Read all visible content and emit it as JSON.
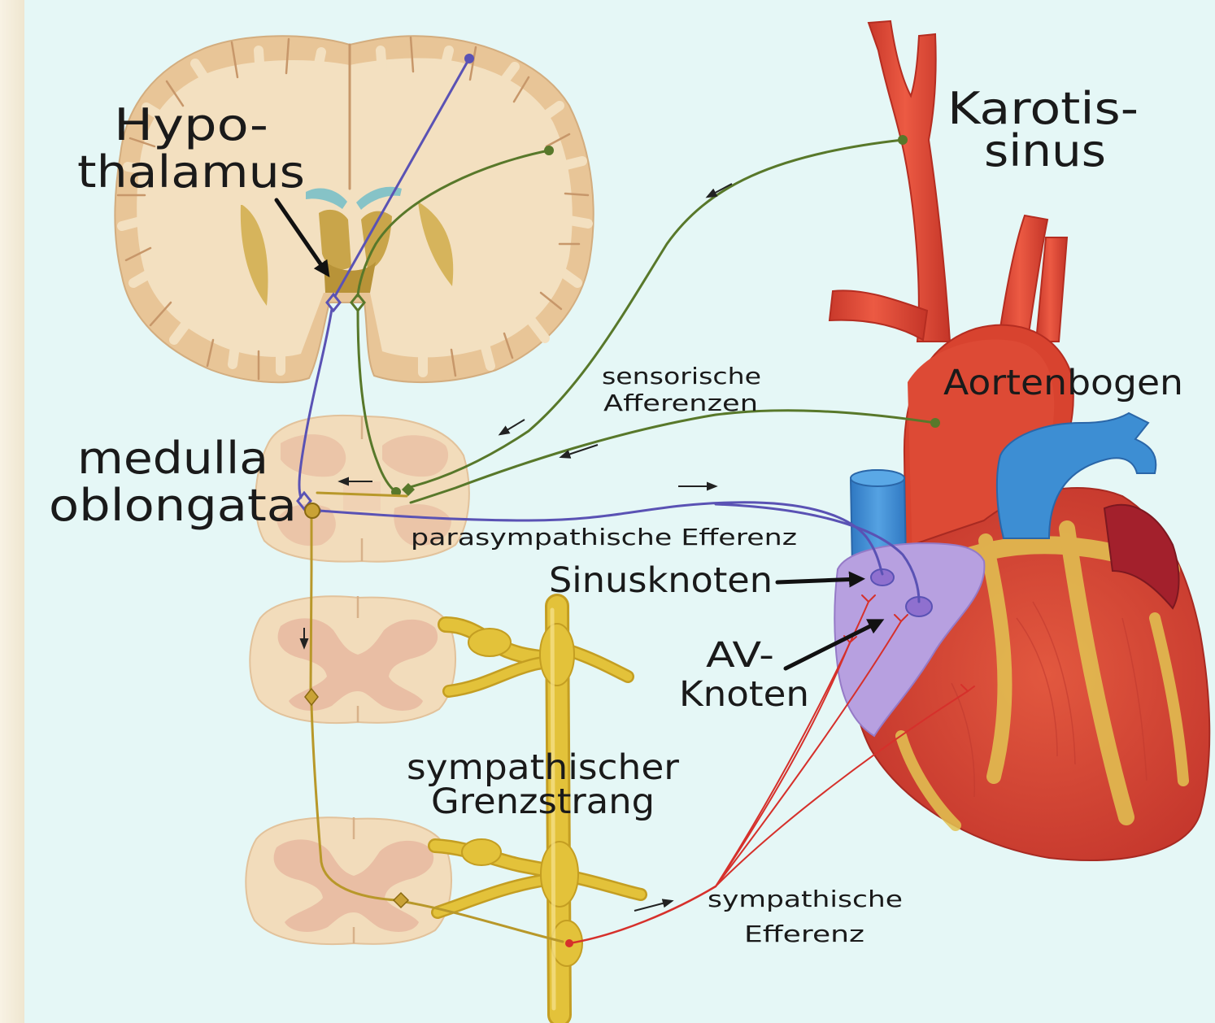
{
  "labels": {
    "hypothalamus": {
      "line1": "Hypo-",
      "line2": "thalamus"
    },
    "carotid_sinus": {
      "line1": "Karotis-",
      "line2": "sinus"
    },
    "sensory_afferents": {
      "line1": "sensorische",
      "line2": "Afferenzen"
    },
    "aortic_arch": "Aortenbogen",
    "medulla_oblongata": {
      "line1": "medulla",
      "line2": "oblongata"
    },
    "parasympathetic_efferent": "parasympathische Efferenz",
    "sinus_node": "Sinusknoten",
    "av_node": {
      "line1": "AV-",
      "line2": "Knoten"
    },
    "sympathetic_trunk": {
      "line1": "sympathischer",
      "line2": "Grenzstrang"
    },
    "sympathetic_efferent": {
      "line1": "sympathische",
      "line2": "Efferenz"
    }
  },
  "colors": {
    "background": "#e5f7f6",
    "sensory_afferent_nerve": "#58782a",
    "parasympathetic_nerve": "#5a52b4",
    "sympathetic_preganglionic_nerve": "#b8982a",
    "sympathetic_postganglionic_nerve": "#d6302b",
    "arteries": "#d8432f",
    "veins": "#3d8ed3",
    "right_atrium": "#b7a0e0",
    "sympathetic_trunk": "#e3c23a",
    "label_text": "#1a1a1a"
  }
}
